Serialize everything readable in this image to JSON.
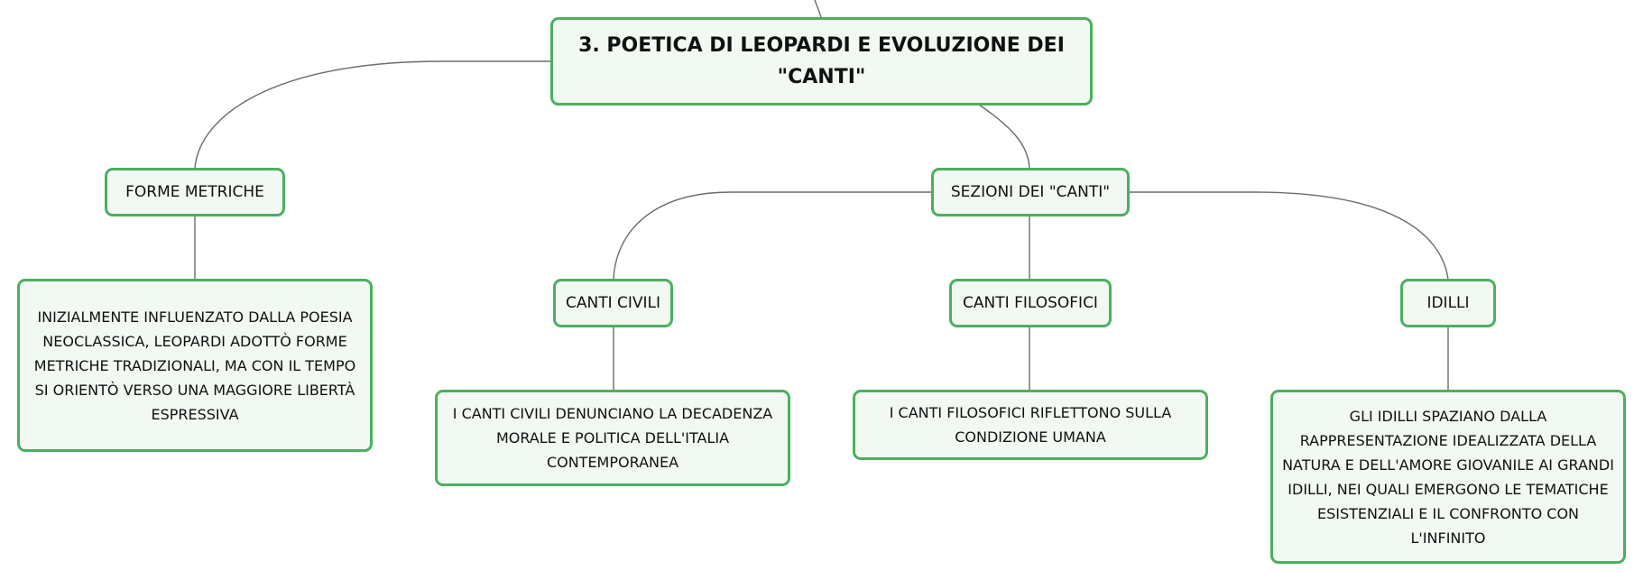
{
  "map": {
    "root": {
      "title": "3. POETICA DI LEOPARDI E EVOLUZIONE DEI \"CANTI\""
    },
    "forme_metriche": {
      "label": "FORME METRICHE",
      "note": "INIZIALMENTE INFLUENZATO DALLA POESIA NEOCLASSICA, LEOPARDI ADOTTÒ FORME METRICHE TRADIZIONALI, MA CON IL TEMPO SI ORIENTÒ VERSO UNA MAGGIORE LIBERTÀ ESPRESSIVA"
    },
    "sezioni": {
      "label": "SEZIONI DEI \"CANTI\"",
      "canti_civili": {
        "label": "CANTI CIVILI",
        "note": "I CANTI CIVILI DENUNCIANO LA DECADENZA MORALE E POLITICA DELL'ITALIA CONTEMPORANEA"
      },
      "canti_filosofici": {
        "label": "CANTI FILOSOFICI",
        "note": "I CANTI FILOSOFICI RIFLETTONO SULLA CONDIZIONE UMANA"
      },
      "idilli": {
        "label": "IDILLI",
        "note": "GLI IDILLI SPAZIANO DALLA RAPPRESENTAZIONE IDEALIZZATA DELLA NATURA E DELL'AMORE GIOVANILE AI GRANDI IDILLI, NEI QUALI EMERGONO LE TEMATICHE ESISTENZIALI E IL CONFRONTO CON L'INFINITO"
      }
    }
  },
  "colors": {
    "node_border": "#4caf5f",
    "node_fill": "#f1f9f2",
    "connector": "#6b6b6b"
  }
}
